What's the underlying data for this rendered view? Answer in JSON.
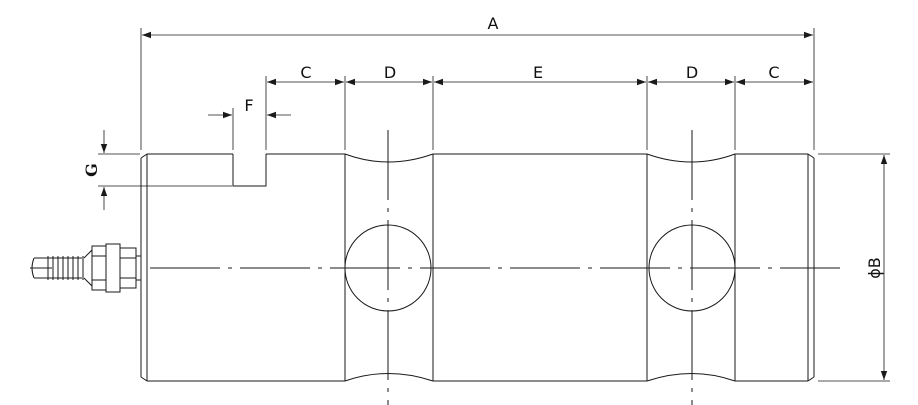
{
  "drawing": {
    "labels": {
      "A": "A",
      "B": "ϕB",
      "C_left": "C",
      "C_right": "C",
      "D_left": "D",
      "D_right": "D",
      "E": "E",
      "F": "F",
      "G": "G"
    },
    "colors": {
      "stroke": "#1a1a1a",
      "background": "#ffffff"
    }
  }
}
